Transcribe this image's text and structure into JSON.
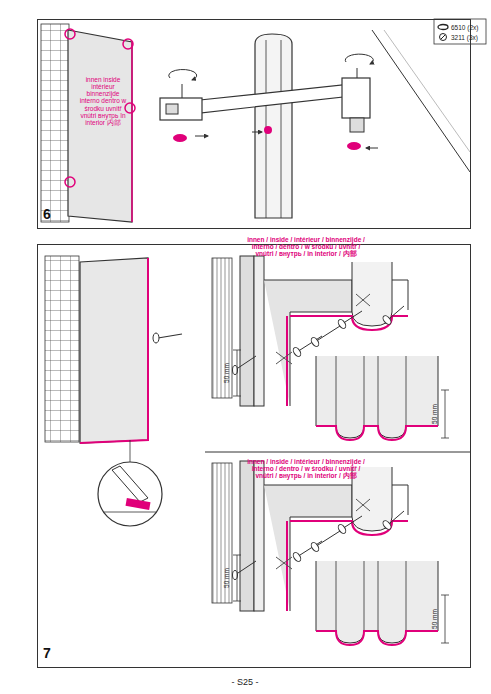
{
  "diagram": {
    "nodes": [
      {
        "text": [
          "6"
        ]
      },
      {
        "text": [
          "7"
        ]
      }
    ],
    "labels": [
      "innen inside intérieur binnenzijde interno dentro w środku uvnitř vnútri внутрь în interior 内部",
      "innen / inside / intérieur / binnenzijde / interno / dentro / w środku / uvnitř / vnútri / внутрь / în interior / 内部",
      "50 mm",
      "50 mm",
      "innen / inside / intérieur / binnenzijde / interno / dentro / w środku / uvnitř / vnútri / внутрь / în interior / 内部",
      "50 mm",
      "50 mm",
      "- S25 -"
    ],
    "legend": [
      {
        "text": "6510 (2x)"
      },
      {
        "text": "3211 (3x)"
      }
    ]
  }
}
